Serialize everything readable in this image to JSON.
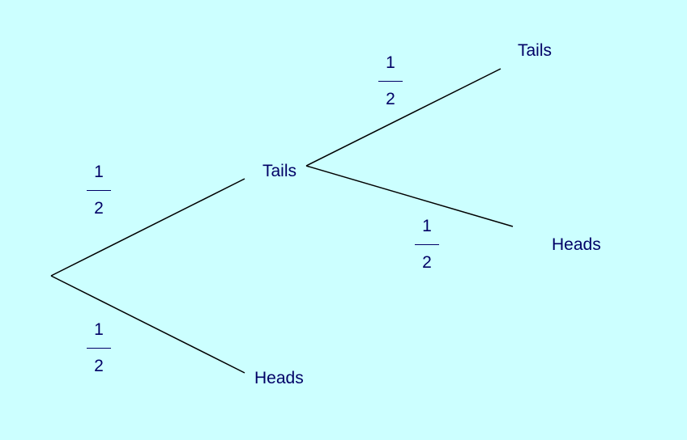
{
  "tree": {
    "nodes": {
      "level1_top": "Tails",
      "level1_bottom": "Heads",
      "level2_top": "Tails",
      "level2_bottom": "Heads"
    },
    "probabilities": {
      "root_to_level1_top": {
        "num": "1",
        "den": "2"
      },
      "root_to_level1_bottom": {
        "num": "1",
        "den": "2"
      },
      "level1_top_to_level2_top": {
        "num": "1",
        "den": "2"
      },
      "level1_top_to_level2_bottom": {
        "num": "1",
        "den": "2"
      }
    }
  }
}
